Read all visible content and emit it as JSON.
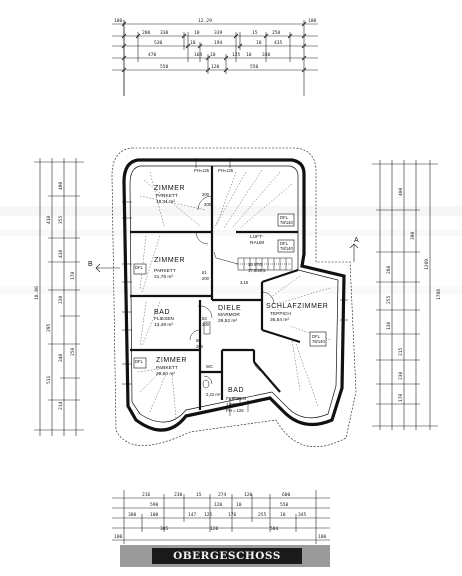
{
  "floor_title": "OBERGESCHOSS",
  "dimensions": {
    "top": {
      "overall": "12.29",
      "left_end": "100",
      "right_end": "100",
      "row2": [
        "200",
        "330",
        "10",
        "339",
        "15",
        "250"
      ],
      "row3": [
        "530",
        "10",
        "194",
        "10",
        "435"
      ],
      "row4": [
        "470",
        "164",
        "10",
        "125",
        "10",
        "330"
      ],
      "row5": [
        "550",
        "120",
        "550"
      ]
    },
    "bottom": {
      "row1": [
        "216",
        "230",
        "15",
        "274",
        "120",
        "600"
      ],
      "row2": [
        "590",
        "120",
        "10",
        "550"
      ],
      "row3": [
        "380",
        "100",
        "147",
        "125",
        "176",
        "255",
        "10",
        "345"
      ],
      "row4": [
        "385",
        "120",
        "504"
      ],
      "ends": [
        "100",
        "100"
      ]
    },
    "left": [
      "490",
      "355",
      "410",
      "410",
      "170",
      "230",
      "295",
      "340",
      "250",
      "511",
      "214",
      "18.86"
    ],
    "right": [
      "400",
      "390",
      "280",
      "255",
      "136",
      "215",
      "230",
      "170",
      "1269",
      "1788"
    ]
  },
  "rooms": [
    {
      "name": "ZIMMER",
      "floor": "PARKETT",
      "area": "18,41 m²"
    },
    {
      "name": "ZIMMER",
      "floor": "PARKETT",
      "area": "21,78 m²"
    },
    {
      "name": "BAD",
      "floor": "FLIESEN",
      "area": "13,49 m²"
    },
    {
      "name": "ZIMMER",
      "floor": "PARKETT",
      "area": "29,60 m²"
    },
    {
      "name": "DIELE",
      "floor": "MARMOR",
      "area": "29,52 m²"
    },
    {
      "name": "SCHLAFZIMMER",
      "floor": "TEPPICH",
      "area": "36,54 m²"
    },
    {
      "name": "BAD",
      "floor": "FLIESEN",
      "area": "14,19 m²"
    },
    {
      "name": "LUFT-",
      "floor": "RAUM",
      "area": ""
    }
  ],
  "annotations": {
    "phw_top": "PH≈125",
    "phw_left": "PH≈125",
    "phw_bath": "PH = 125",
    "section_a": "A",
    "section_b": "B",
    "wc": "WC",
    "wc_area": "2,22 m²",
    "stair_label": "13 STG",
    "stair_steps": "17,5/28,5",
    "dfl": "DFL",
    "dfl_size": "78/140",
    "d1": "200",
    "d2": "200",
    "d3": "83",
    "d4": "200",
    "d5": "61",
    "d6": "200",
    "d7": "50",
    "d8": "200",
    "d9": "3,15"
  }
}
